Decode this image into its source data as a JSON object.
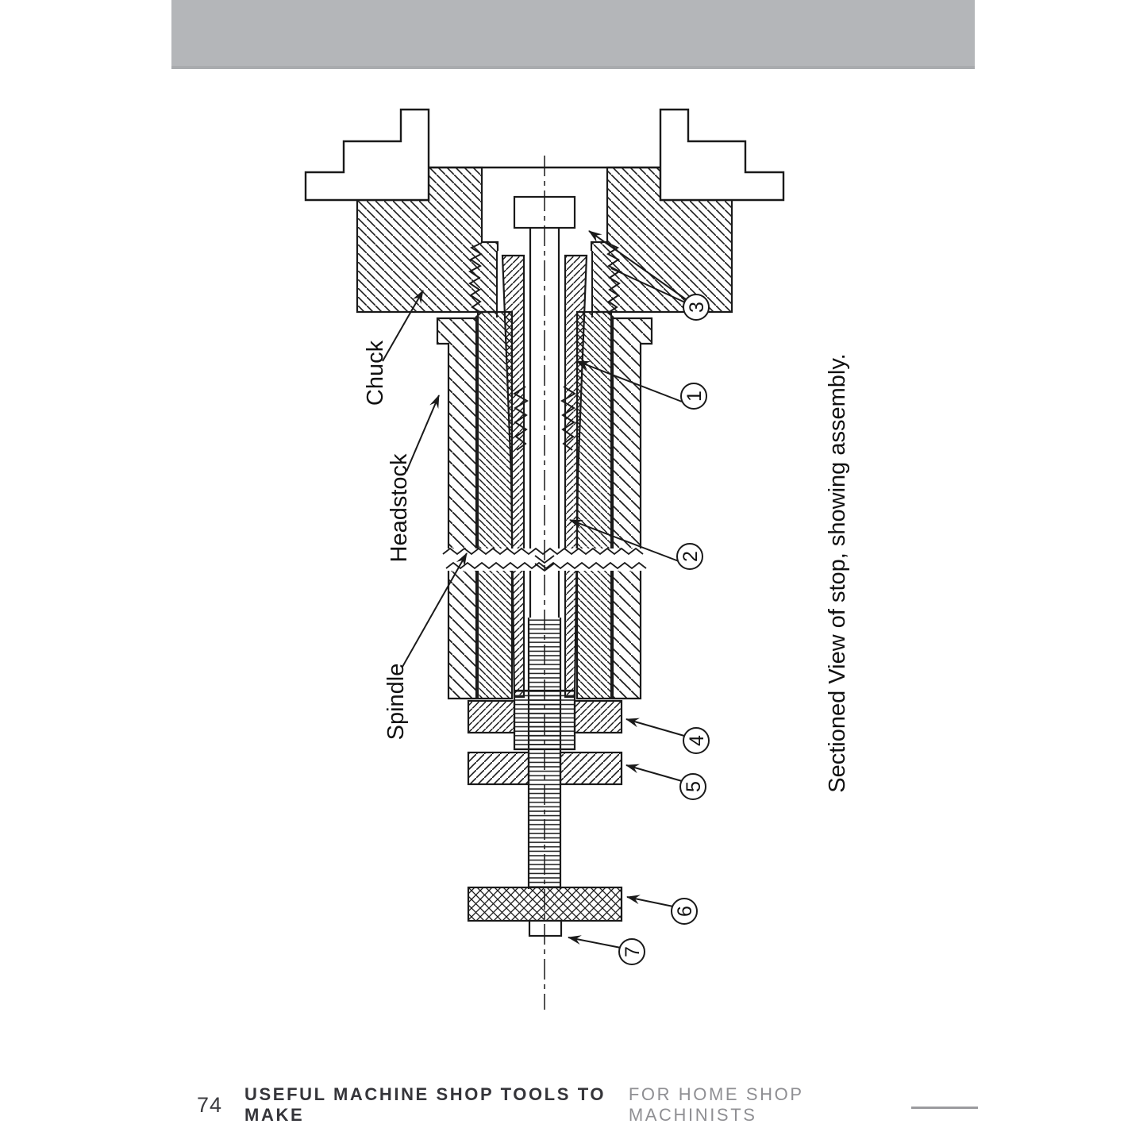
{
  "colors": {
    "ink": "#1a1a1a",
    "header_bar": "#b4b6b9",
    "footer_title": "#35353a",
    "footer_subtitle": "#8f8f93"
  },
  "diagram": {
    "labels": {
      "chuck": "Chuck",
      "headstock": "Headstock",
      "spindle": "Spindle"
    },
    "caption": "Sectioned View of stop, showing assembly.",
    "callouts": [
      {
        "number": "1"
      },
      {
        "number": "2"
      },
      {
        "number": "3"
      },
      {
        "number": "4"
      },
      {
        "number": "5"
      },
      {
        "number": "6"
      },
      {
        "number": "7"
      }
    ]
  },
  "footer": {
    "page_number": "74",
    "title": "USEFUL MACHINE SHOP TOOLS TO MAKE",
    "subtitle": "FOR HOME SHOP MACHINISTS"
  }
}
